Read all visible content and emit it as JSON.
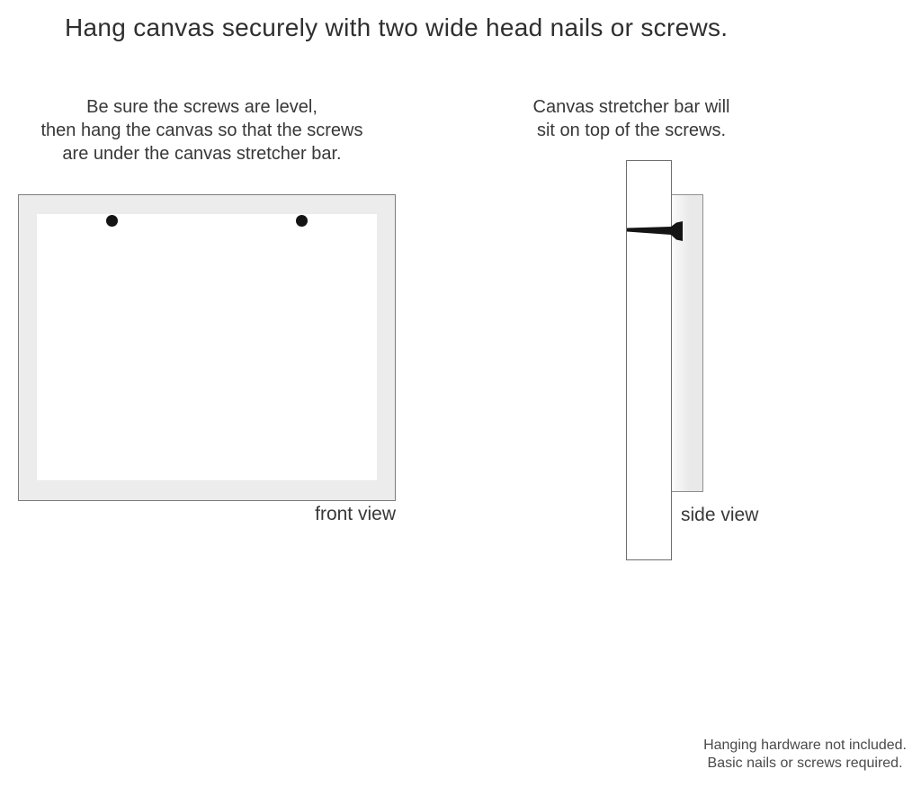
{
  "title": "Hang canvas securely with two wide head nails or screws.",
  "instructions": {
    "left": {
      "lines": [
        "Be sure the screws are level,",
        "then hang the canvas so that the screws",
        "are under the canvas stretcher bar."
      ]
    },
    "right": {
      "lines": [
        "Canvas stretcher bar will",
        "sit on top of the screws."
      ]
    }
  },
  "front_view": {
    "label": "front view",
    "nail_count": 2
  },
  "side_view": {
    "label": "side view"
  },
  "footnote": {
    "lines": [
      "Hanging hardware not included.",
      "Basic nails or screws required."
    ]
  },
  "colors": {
    "canvas_gray": "#ececec",
    "border_gray": "#7d7d7d",
    "bar_border": "#6e6e6e",
    "nail_black": "#141414",
    "title_text": "#2f2f2f",
    "body_text": "#383838",
    "footnote_text": "#4a4a4a",
    "background": "#ffffff"
  }
}
